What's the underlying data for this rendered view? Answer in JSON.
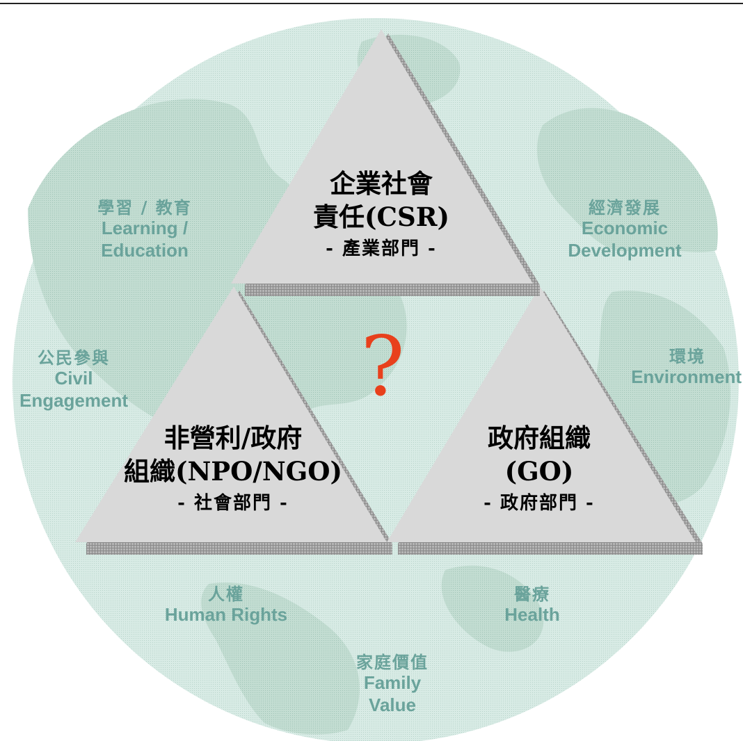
{
  "colors": {
    "globe": "#d2e6e0",
    "land": "#bcd8cd",
    "triangle": "#d9d9d9",
    "triangle_shadow": "#a3a3a3",
    "label": "#6aa39b",
    "question": "#e8401c"
  },
  "triangles": {
    "top": {
      "line1": "企業社會",
      "line2": "責任(CSR)",
      "line3": "- 產業部門 -"
    },
    "left": {
      "line1": "非營利/政府",
      "line2": "組織(NPO/NGO)",
      "line3": "- 社會部門 -"
    },
    "right": {
      "line1": "政府組織",
      "line2": "(GO)",
      "line3": "- 政府部門 -"
    }
  },
  "center_symbol": "?",
  "labels": {
    "education": {
      "zh": "學習 / 教育",
      "en1": "Learning /",
      "en2": "Education"
    },
    "economic": {
      "zh": "經濟發展",
      "en1": "Economic",
      "en2": "Development"
    },
    "civil": {
      "zh": "公民參與",
      "en1": "Civil",
      "en2": "Engagement"
    },
    "environment": {
      "zh": "環境",
      "en1": "Environment"
    },
    "human_rights": {
      "zh": "人權",
      "en1": "Human Rights"
    },
    "health": {
      "zh": "醫療",
      "en1": "Health"
    },
    "family": {
      "zh": "家庭價值",
      "en1": "Family",
      "en2": "Value"
    }
  }
}
